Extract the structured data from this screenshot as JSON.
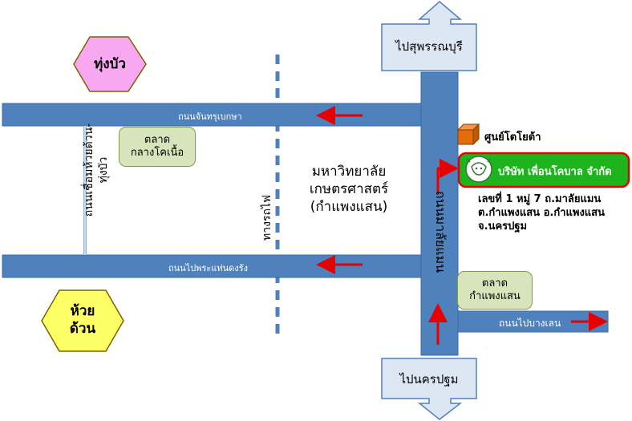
{
  "colors": {
    "road": "#4f81bd",
    "road_border": "#3a6aa5",
    "arrow_red": "#e60000",
    "market_box": "#d8e4bc",
    "company_box": "#1db41d",
    "hex_pink": "#f7a8f0",
    "hex_yellow": "#ffff66",
    "direction_box": "#dde7f3"
  },
  "roads": {
    "chan_thurapeka": "ถนนจันทรุเบกษา",
    "pra_thaen": "ถนนไปพระแท่นดงรัง",
    "bang_len": "ถนนไปบางเลน",
    "malaiman": "ถนนมาลัยแมน",
    "huai_duan_thung_bua": "ถนนเชื่อมห้วยด้วน-ทุ่งบัว",
    "railway": "ทางรถไฟ"
  },
  "directions": {
    "suphanburi": "ไปสุพรรณบุรี",
    "nakhon_pathom": "ไปนครปฐม"
  },
  "places": {
    "thung_bua": "ทุ่งบัว",
    "huai_duan_1": "ห้วย",
    "huai_duan_2": "ด้วน",
    "market_klang_1": "ตลาด",
    "market_klang_2": "กลางโคเนื้อ",
    "market_kamphaeng_1": "ตลาด",
    "market_kamphaeng_2": "กำแพงแสน",
    "university_1": "มหาวิทยาลัย",
    "university_2": "เกษตรศาสตร์",
    "university_3": "(กำแพงแสน)",
    "toyota": "ศูนย์โตโยต้า"
  },
  "company": {
    "name": "บริษัท เพื่อนโคบาล จำกัด",
    "logo_icon": "cow-logo-icon",
    "address_1": "เลขที่ 1 หมู่ 7 ถ.มาลัยแมน",
    "address_2": "ต.กำแพงแสน อ.กำแพงแสน",
    "address_3": "จ.นครปฐม"
  }
}
